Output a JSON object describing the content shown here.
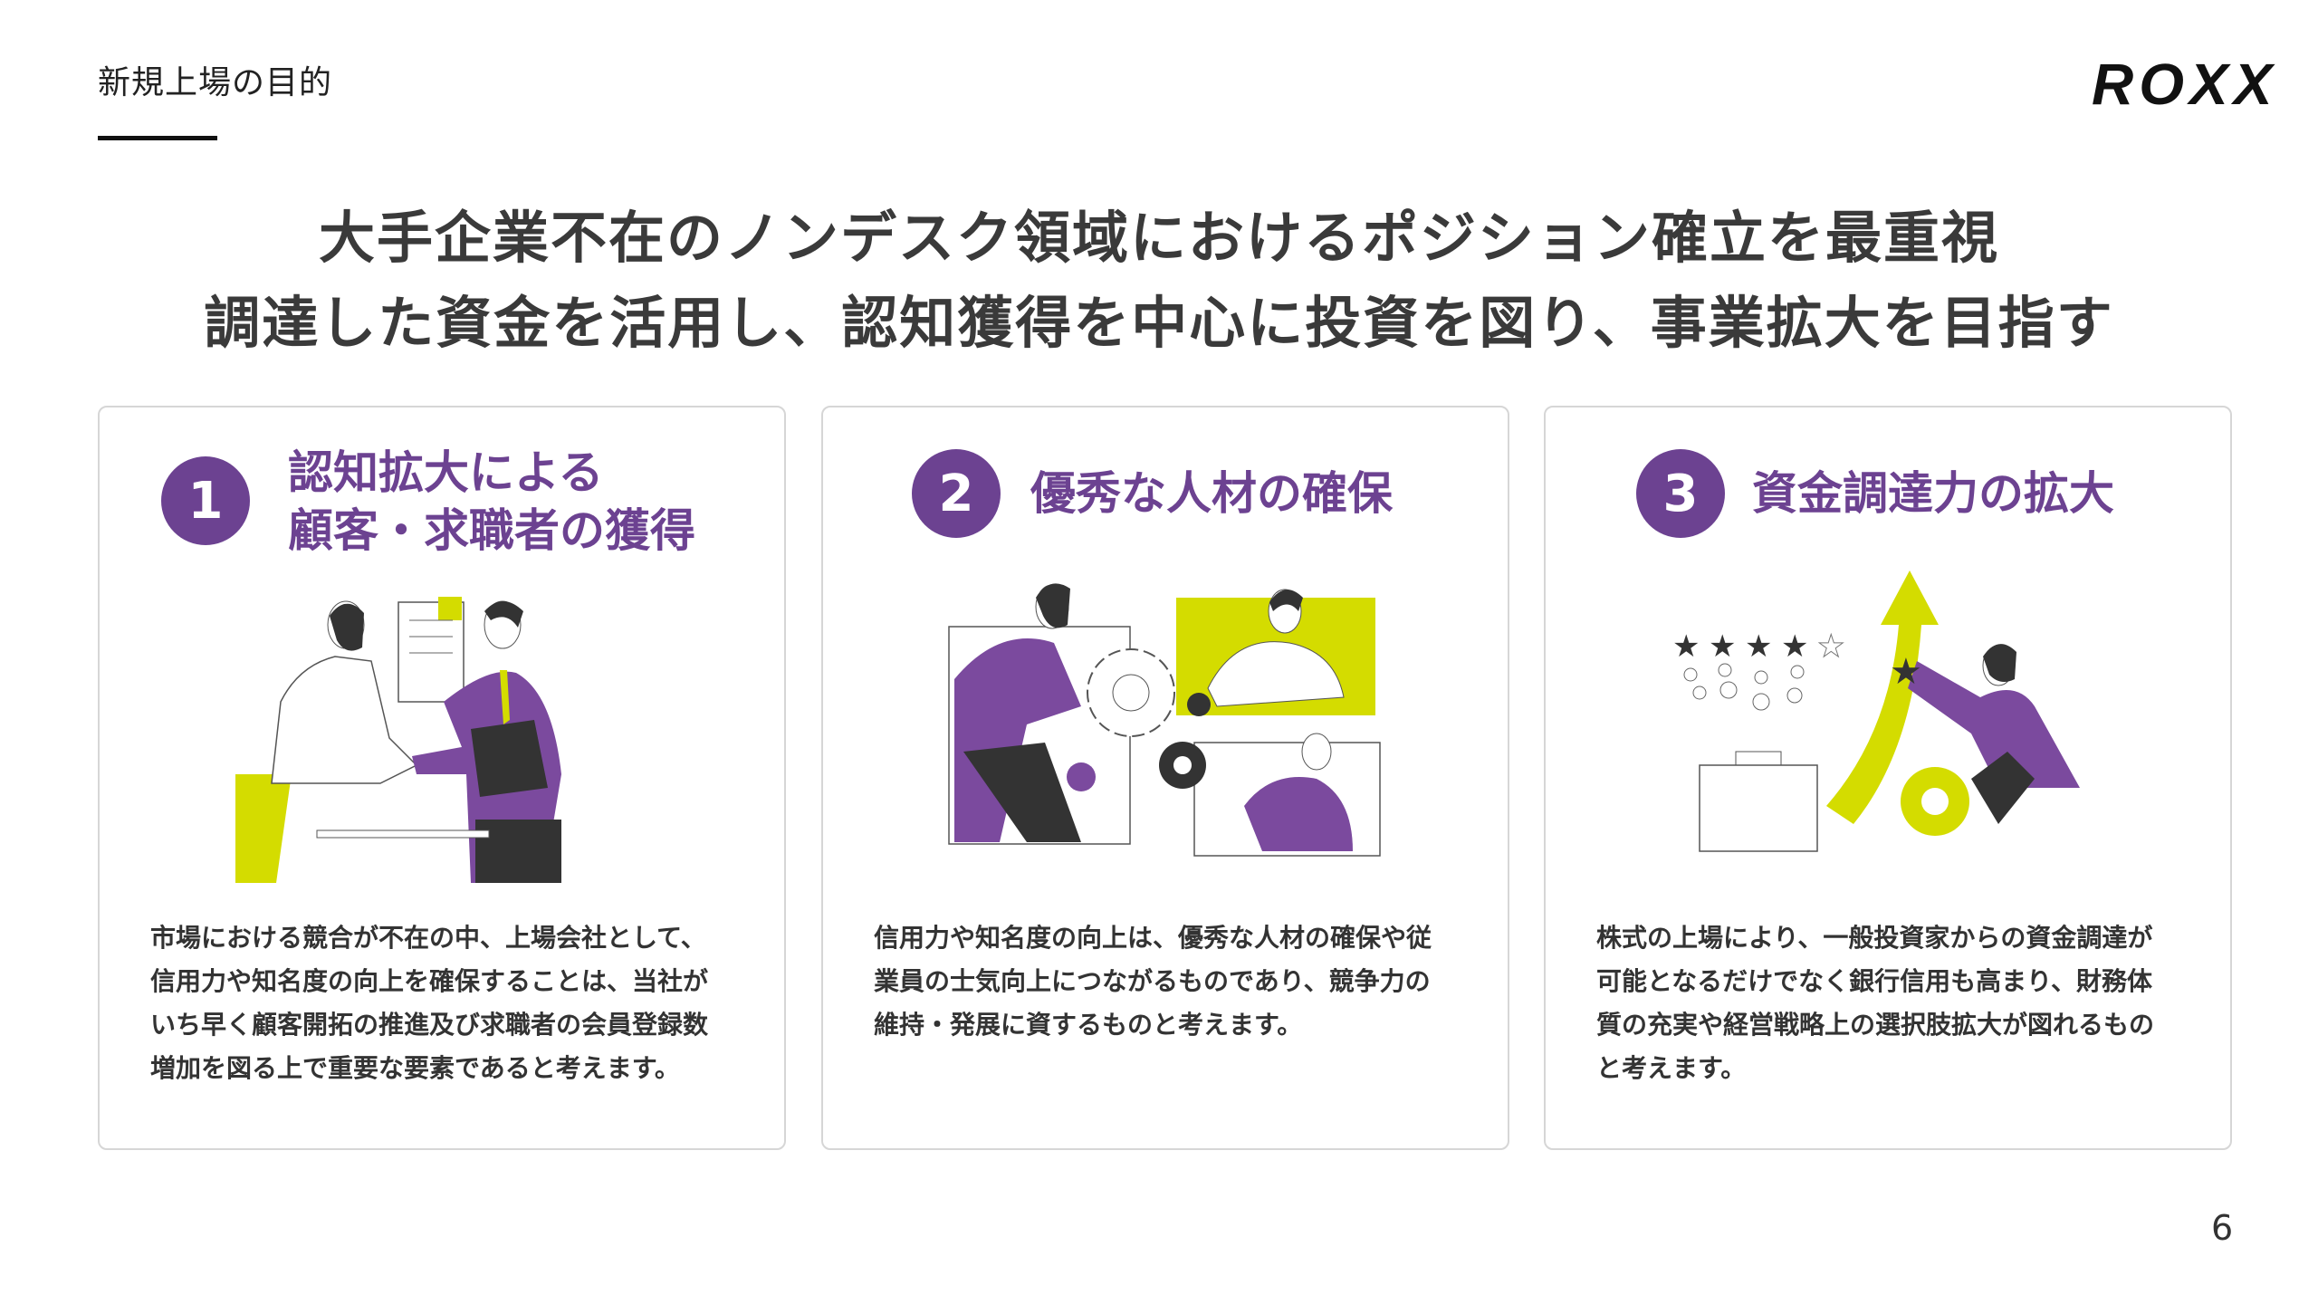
{
  "header": {
    "section_label": "新規上場の目的",
    "logo": "ROXX"
  },
  "headline": [
    "大手企業不在のノンデスク領域におけるポジション確立を最重視",
    "調達した資金を活用し、認知獲得を中心に投資を図り、事業拡大を目指す"
  ],
  "cards": [
    {
      "number": "1",
      "title_lines": [
        "認知拡大による",
        "顧客・求職者の獲得"
      ],
      "illustration": "handshake-illustration",
      "body_lines": [
        "市場における競合が不在の中、上場会社として、",
        "信用力や知名度の向上を確保することは、当社が",
        "いち早く顧客開拓の推進及び求職者の会員登録数",
        "増加を図る上で重要な要素であると考えます。"
      ]
    },
    {
      "number": "2",
      "title_lines": [
        "優秀な人材の確保"
      ],
      "illustration": "team-gears-illustration",
      "body_lines": [
        "信用力や知名度の向上は、優秀な人材の確保や従",
        "業員の士気向上につながるものであり、競争力の",
        "維持・発展に資するものと考えます。"
      ]
    },
    {
      "number": "3",
      "title_lines": [
        "資金調達力の拡大"
      ],
      "illustration": "growth-stars-illustration",
      "body_lines": [
        "株式の上場により、一般投資家からの資金調達が",
        "可能となるだけでなく銀行信用も高まり、財務体",
        "質の充実や経営戦略上の選択肢拡大が図れるもの",
        "と考えます。"
      ]
    }
  ],
  "page_number": "6",
  "colors": {
    "purple": "#6c4291",
    "lime": "#d4dc00",
    "dark": "#3a3a3a"
  }
}
